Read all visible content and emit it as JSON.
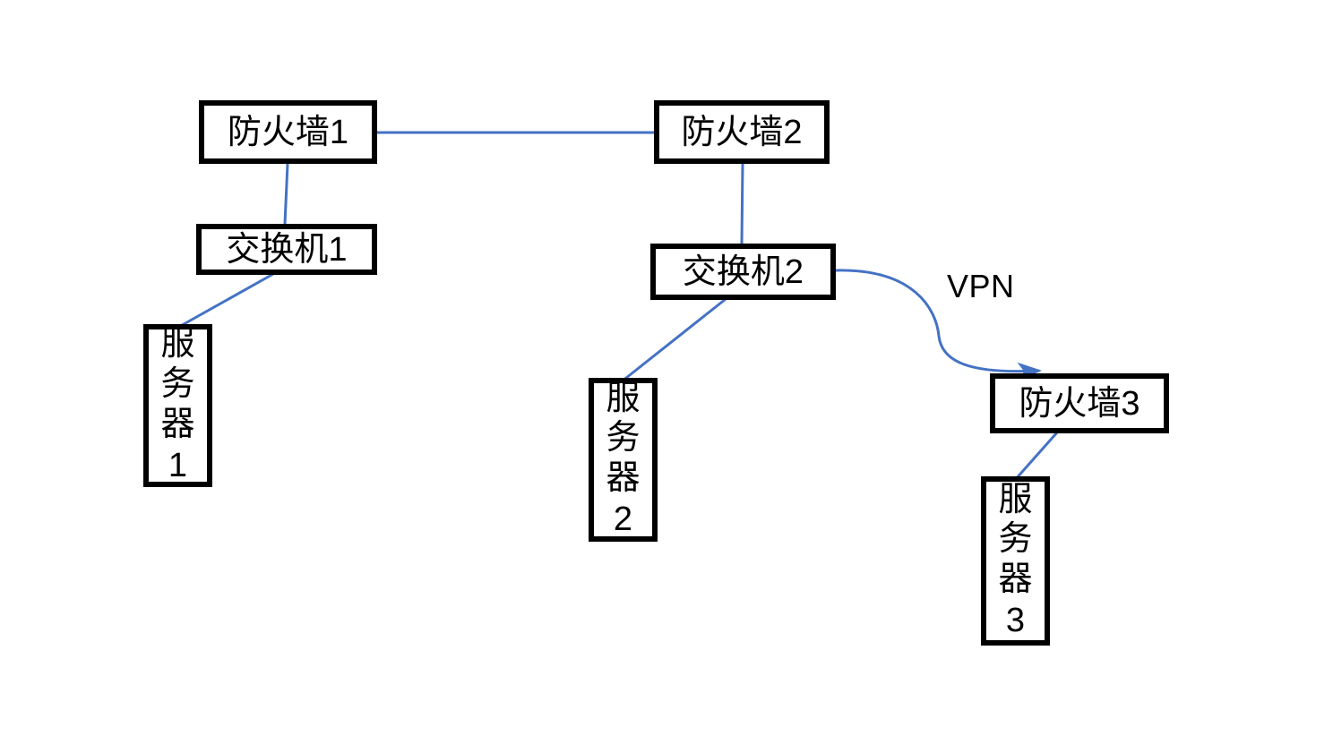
{
  "diagram": {
    "title": "network-topology",
    "background_color": "#ffffff",
    "node_border_color": "#000000",
    "node_fill_color": "#ffffff",
    "connector_color": "#4472c4",
    "text_color": "#000000",
    "nodes": [
      {
        "id": "fw1",
        "name": "firewall-1",
        "label": "防火墙1",
        "orientation": "horizontal"
      },
      {
        "id": "fw2",
        "name": "firewall-2",
        "label": "防火墙2",
        "orientation": "horizontal"
      },
      {
        "id": "sw1",
        "name": "switch-1",
        "label": "交换机1",
        "orientation": "horizontal"
      },
      {
        "id": "sw2",
        "name": "switch-2",
        "label": "交换机2",
        "orientation": "horizontal"
      },
      {
        "id": "srv1",
        "name": "server-1",
        "label": "服务器1",
        "orientation": "vertical",
        "chars": [
          "服",
          "务",
          "器"
        ],
        "number": "1"
      },
      {
        "id": "srv2",
        "name": "server-2",
        "label": "服务器2",
        "orientation": "vertical",
        "chars": [
          "服",
          "务",
          "器"
        ],
        "number": "2"
      },
      {
        "id": "fw3",
        "name": "firewall-3",
        "label": "防火墙3",
        "orientation": "horizontal"
      },
      {
        "id": "srv3",
        "name": "server-3",
        "label": "服务器3",
        "orientation": "vertical",
        "chars": [
          "服",
          "务",
          "器"
        ],
        "number": "3"
      }
    ],
    "connections": [
      {
        "id": "c1",
        "from": "fw1",
        "to": "fw2",
        "style": "straight",
        "arrow": false,
        "label": ""
      },
      {
        "id": "c2",
        "from": "fw1",
        "to": "sw1",
        "style": "straight",
        "arrow": false,
        "label": ""
      },
      {
        "id": "c3",
        "from": "sw1",
        "to": "srv1",
        "style": "straight",
        "arrow": false,
        "label": ""
      },
      {
        "id": "c4",
        "from": "fw2",
        "to": "sw2",
        "style": "straight",
        "arrow": false,
        "label": ""
      },
      {
        "id": "c5",
        "from": "sw2",
        "to": "srv2",
        "style": "straight",
        "arrow": false,
        "label": ""
      },
      {
        "id": "c6",
        "from": "sw2",
        "to": "fw3",
        "style": "curved",
        "arrow": true,
        "label": "VPN"
      },
      {
        "id": "c7",
        "from": "fw3",
        "to": "srv3",
        "style": "straight",
        "arrow": false,
        "label": ""
      }
    ],
    "labels": {
      "vpn": "VPN"
    }
  }
}
